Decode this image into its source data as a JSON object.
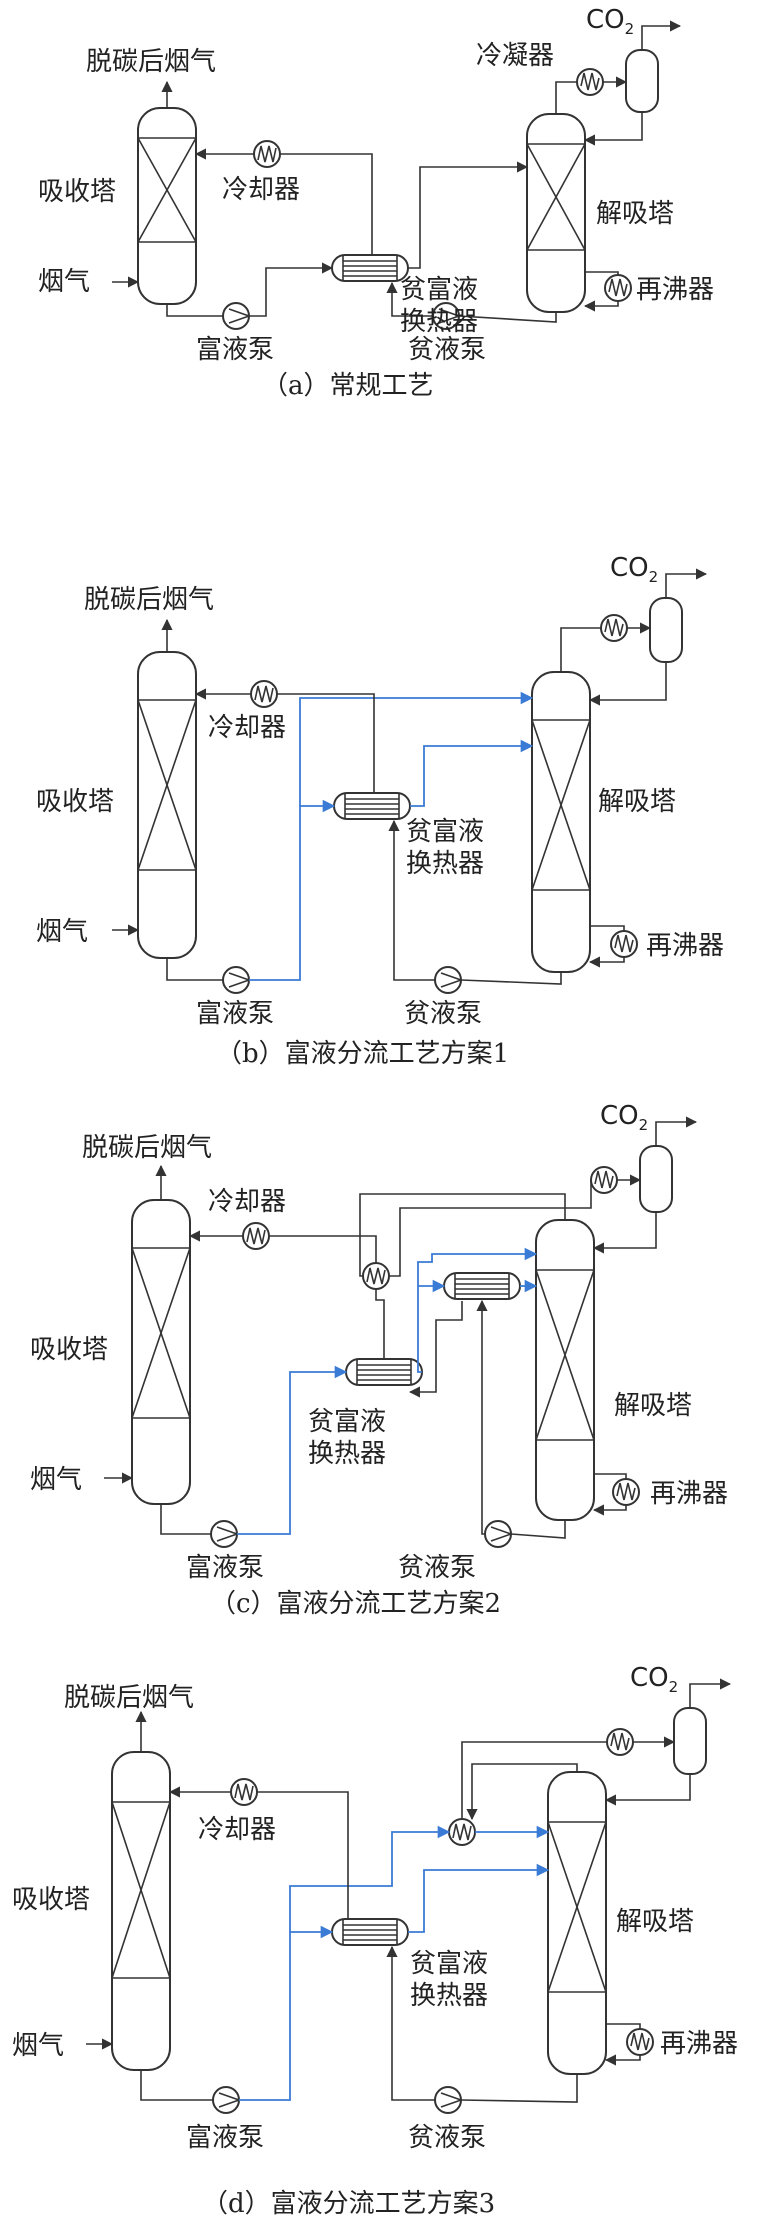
{
  "colors": {
    "line": "#333333",
    "split_flow": "#3a7bd5"
  },
  "labels": {
    "flue_out": "脱碳后烟气",
    "absorber": "吸收塔",
    "flue_in": "烟气",
    "cooler": "冷却器",
    "rich_pump": "富液泵",
    "hx_line1": "贫富液",
    "hx_line2": "换热器",
    "lean_pump": "贫液泵",
    "stripper": "解吸塔",
    "reboiler": "再沸器",
    "condenser": "冷凝器",
    "co2_main": "CO",
    "co2_sub": "2"
  },
  "captions": {
    "a": "（a）常规工艺",
    "b": "（b）富液分流工艺方案1",
    "c": "（c）富液分流工艺方案2",
    "d": "（d）富液分流工艺方案3"
  }
}
